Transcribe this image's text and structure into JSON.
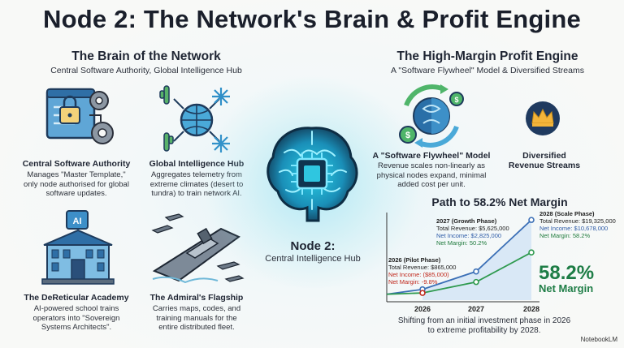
{
  "title": "Node 2: The Network's Brain & Profit Engine",
  "left": {
    "title": "The Brain of the Network",
    "subtitle": "Central Software Authority, Global Intelligence Hub",
    "cards": [
      {
        "title": "Central Software Authority",
        "body": [
          "Manages \"Master Template,\"",
          "only node authorised for global",
          "software updates."
        ]
      },
      {
        "title": "Global Intelligence Hub",
        "body": [
          "Aggregates telemetry from",
          "extreme climates (desert to",
          "tundra) to train network AI."
        ]
      },
      {
        "title": "The DeReticular Academy",
        "body": [
          "AI-powered school trains",
          "operators into \"Sovereign",
          "Systems Architects\"."
        ]
      },
      {
        "title": "The Admiral's Flagship",
        "body": [
          "Carries maps, codes, and",
          "training manuals for the",
          "entire distributed fleet."
        ]
      }
    ]
  },
  "center": {
    "title": "Node 2:",
    "subtitle": "Central Intelligence Hub"
  },
  "right": {
    "title": "The High-Margin Profit Engine",
    "subtitle": "A \"Software Flywheel\" Model & Diversified Streams",
    "flywheel": {
      "title": "A \"Software Flywheel\" Model",
      "body": [
        "Revenue scales non-linearly as",
        "physical nodes expand, minimal",
        "added cost per unit."
      ]
    },
    "diversified": {
      "title": [
        "Diversified",
        "Revenue Streams"
      ]
    }
  },
  "chart_data": {
    "type": "line",
    "title": "Path to 58.2% Net Margin",
    "x": [
      "2026",
      "2027",
      "2028"
    ],
    "series": [
      {
        "name": "Total Revenue",
        "values": [
          865000,
          5625000,
          19325000
        ],
        "color": "#3b6fb6"
      },
      {
        "name": "Net Income",
        "values": [
          -85000,
          2825000,
          10678000
        ],
        "color": "#2f9a4f"
      }
    ],
    "phases": [
      {
        "head": "2026 (Pilot Phase)",
        "revenue": "Total Revenue: $865,000",
        "income": "Net Income: ($85,000)",
        "margin": "Net Margin: -9.8%"
      },
      {
        "head": "2027 (Growth Phase)",
        "revenue": "Total Revenue: $5,625,000",
        "income": "Net Income: $2,825,000",
        "margin": "Net Margin: 50.2%"
      },
      {
        "head": "2028 (Scale Phase)",
        "revenue": "Total Revenue: $19,325,000",
        "income": "Net Income: $10,678,000",
        "margin": "Net Margin: 58.2%"
      }
    ],
    "highlight_value": "58.2%",
    "highlight_label": "Net Margin",
    "caption": [
      "Shifting from an initial investment phase in 2026",
      "to extreme profitability by 2028."
    ]
  },
  "footer": "NotebookLM",
  "icons": [
    "software-authority-icon",
    "global-hub-icon",
    "academy-icon",
    "flagship-icon",
    "brain-chip-icon",
    "flywheel-icon",
    "crown-icon"
  ],
  "colors": {
    "accent": "#2fb6d2",
    "revenue": "#3b6fb6",
    "income": "#2f9a4f",
    "loss": "#c0281c"
  }
}
